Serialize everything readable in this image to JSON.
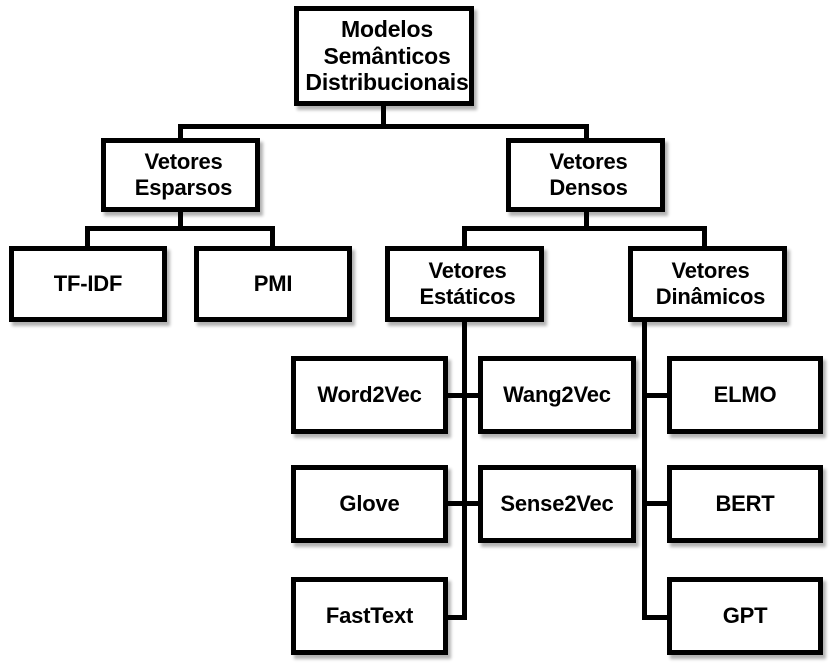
{
  "diagram": {
    "title": "Modelos Semânticos Distribucionais",
    "type": "hierarchy-tree",
    "language": "pt-BR",
    "colors": {
      "box_fill": "#ffffff",
      "box_border": "#000000",
      "text": "#000000",
      "connector": "#000000",
      "background": "#ffffff"
    },
    "nodes": {
      "root": {
        "label": "Modelos Semânticos Distribucionais",
        "line1": "Modelos",
        "line2": "Semânticos",
        "line3": "Distribucionais"
      },
      "sparse": {
        "label": "Vetores Esparsos",
        "line1": "Vetores",
        "line2": "Esparsos"
      },
      "dense": {
        "label": "Vetores Densos",
        "line1": "Vetores",
        "line2": "Densos"
      },
      "tfidf": {
        "label": "TF-IDF"
      },
      "pmi": {
        "label": "PMI"
      },
      "static": {
        "label": "Vetores Estáticos",
        "line1": "Vetores",
        "line2": "Estáticos"
      },
      "dynamic": {
        "label": "Vetores Dinâmicos",
        "line1": "Vetores",
        "line2": "Dinâmicos"
      },
      "word2vec": {
        "label": "Word2Vec"
      },
      "wang2vec": {
        "label": "Wang2Vec"
      },
      "elmo": {
        "label": "ELMO"
      },
      "glove": {
        "label": "Glove"
      },
      "sense2vec": {
        "label": "Sense2Vec"
      },
      "bert": {
        "label": "BERT"
      },
      "fasttext": {
        "label": "FastText"
      },
      "gpt": {
        "label": "GPT"
      }
    },
    "edges": [
      {
        "from": "root",
        "to": "sparse"
      },
      {
        "from": "root",
        "to": "dense"
      },
      {
        "from": "sparse",
        "to": "tfidf"
      },
      {
        "from": "sparse",
        "to": "pmi"
      },
      {
        "from": "dense",
        "to": "static"
      },
      {
        "from": "dense",
        "to": "dynamic"
      },
      {
        "from": "static",
        "to": "word2vec"
      },
      {
        "from": "static",
        "to": "wang2vec"
      },
      {
        "from": "static",
        "to": "glove"
      },
      {
        "from": "static",
        "to": "sense2vec"
      },
      {
        "from": "static",
        "to": "fasttext"
      },
      {
        "from": "dynamic",
        "to": "elmo"
      },
      {
        "from": "dynamic",
        "to": "bert"
      },
      {
        "from": "dynamic",
        "to": "gpt"
      }
    ]
  }
}
